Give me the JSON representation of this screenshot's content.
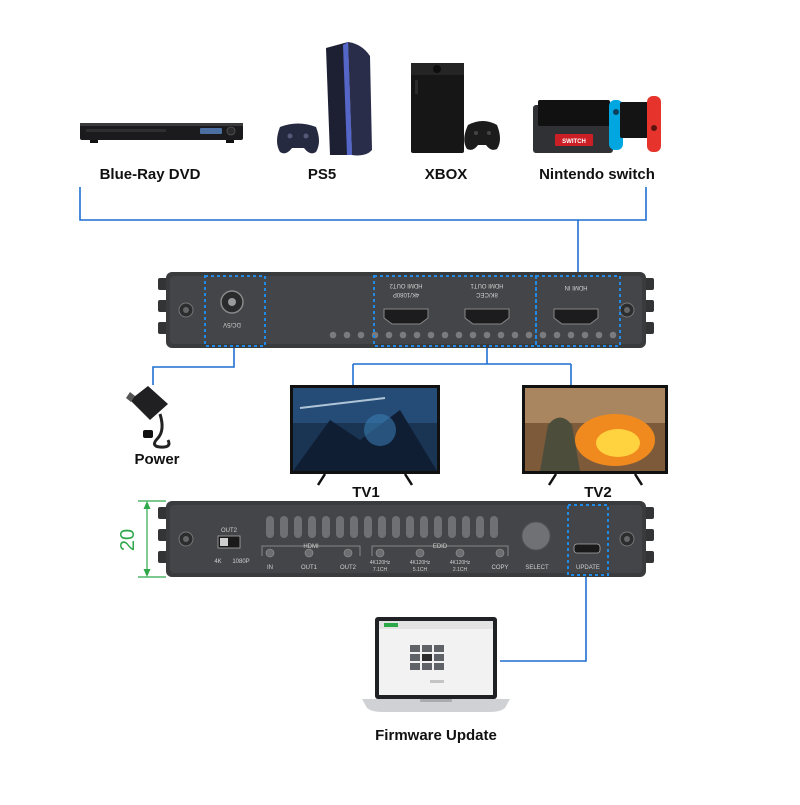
{
  "colors": {
    "accent": "#1f6fd1",
    "device": "#3a3b3d",
    "dimension": "#2ea84a"
  },
  "sources": [
    "Blue-Ray DVD",
    "PS5",
    "XBOX",
    "Nintendo switch"
  ],
  "displays": [
    "TV1",
    "TV2"
  ],
  "power_label": "Power",
  "firmware_label": "Firmware Update",
  "dimension_value": "20",
  "icons": [
    "bluray-player-icon",
    "ps5-console-icon",
    "xbox-console-icon",
    "nintendo-switch-icon",
    "power-adapter-icon",
    "tv-icon",
    "laptop-icon"
  ],
  "back_panel": {
    "dc_label": "DC/5V",
    "ports": [
      "HDMI OUT2",
      "HDMI OUT1",
      "HDMI IN"
    ],
    "port_sublabels": [
      "4K/1080P",
      "8K/CEC"
    ]
  },
  "front_panel": {
    "switch_title": "OUT2",
    "switch_options": [
      "4K",
      "1080P"
    ],
    "group_labels": [
      "HDMI",
      "EDID"
    ],
    "hdmi_leds": [
      "IN",
      "OUT1",
      "OUT2"
    ],
    "edid_leds": [
      {
        "top": "4K120Hz",
        "bottom": "7.1CH"
      },
      {
        "top": "4K120Hz",
        "bottom": "5.1CH"
      },
      {
        "top": "4K120Hz",
        "bottom": "2.1CH"
      }
    ],
    "copy_label": "COPY",
    "select_label": "SELECT",
    "update_label": "UPDATE"
  }
}
